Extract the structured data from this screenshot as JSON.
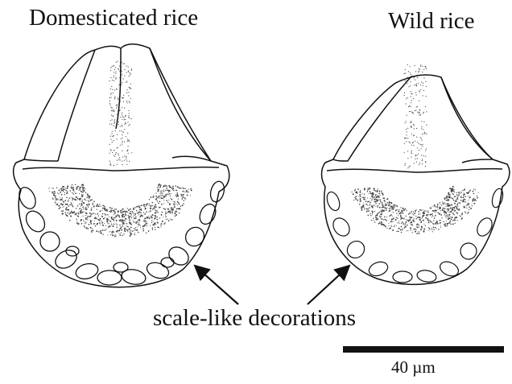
{
  "labels": {
    "domesticated": "Domesticated rice",
    "wild": "Wild rice",
    "callout": "scale-like decorations",
    "scale_bar": "40 µm"
  },
  "colors": {
    "ink": "#111111",
    "stipple": "#444444",
    "background": "#ffffff"
  }
}
